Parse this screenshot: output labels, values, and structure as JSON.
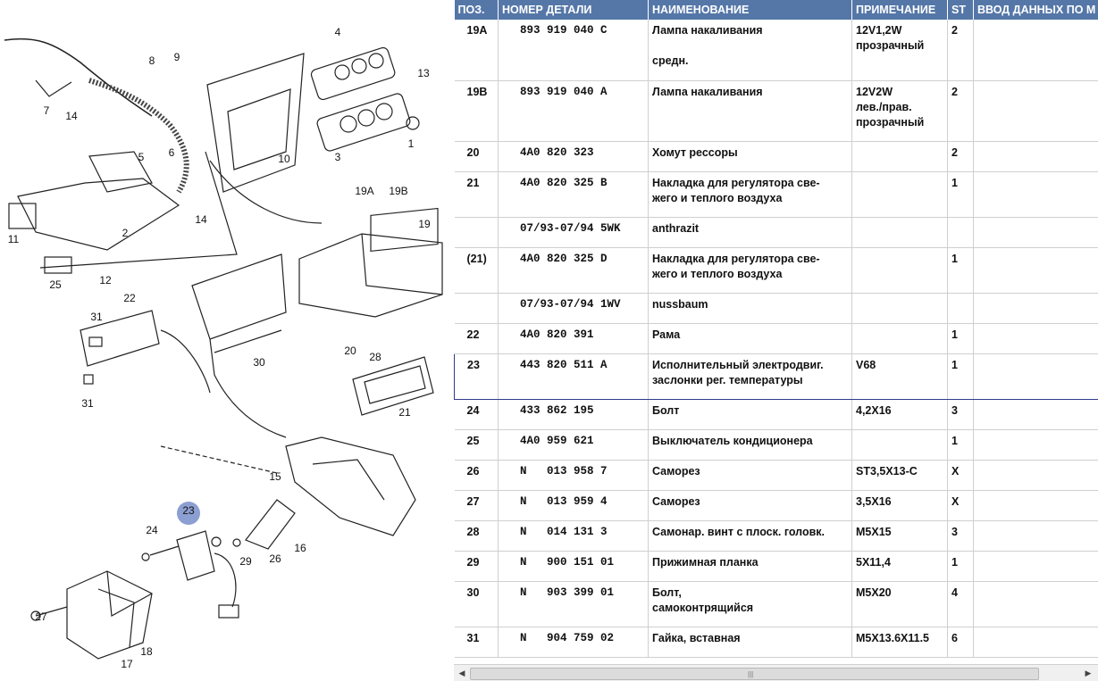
{
  "diagram": {
    "callouts": [
      "1",
      "2",
      "3",
      "4",
      "5",
      "6",
      "7",
      "8",
      "9",
      "10",
      "11",
      "12",
      "13",
      "14",
      "14",
      "15",
      "16",
      "17",
      "18",
      "19",
      "19A",
      "19B",
      "20",
      "21",
      "22",
      "23",
      "24",
      "25",
      "26",
      "27",
      "28",
      "29",
      "30",
      "31",
      "31"
    ],
    "highlight": "23",
    "highlight_color": "#8c9fd2"
  },
  "table": {
    "headers": [
      "ПОЗ.",
      "НОМЕР ДЕТАЛИ",
      "НАИМЕНОВАНИЕ",
      "ПРИМЕЧАНИЕ",
      "ST",
      "ВВОД ДАННЫХ ПО М"
    ],
    "header_color": "#5577a8",
    "rows": [
      {
        "pos": "19A",
        "num": "893 919 040 C",
        "name": "Лампа накаливания\n\nсредн.",
        "note": "12V1,2W\nпрозрачный",
        "st": "2"
      },
      {
        "pos": "19B",
        "num": "893 919 040 A",
        "name": "Лампа накаливания",
        "note": "12V2W\nлев./прав.\nпрозрачный",
        "st": "2"
      },
      {
        "pos": "20",
        "num": "4A0 820 323",
        "name": "Хомут рессоры",
        "note": "",
        "st": "2"
      },
      {
        "pos": "21",
        "num": "4A0 820 325 B",
        "name": "Накладка для регулятора све-\nжего и теплого воздуха",
        "note": "",
        "st": "1"
      },
      {
        "pos": "",
        "num": "07/93-07/94 5WK",
        "name": "anthrazit",
        "note": "",
        "st": ""
      },
      {
        "pos": "(21)",
        "num": "4A0 820 325 D",
        "name": "Накладка для регулятора све-\nжего и теплого воздуха",
        "note": "",
        "st": "1"
      },
      {
        "pos": "",
        "num": "07/93-07/94 1WV",
        "name": "nussbaum",
        "note": "",
        "st": ""
      },
      {
        "pos": "22",
        "num": "4A0 820 391",
        "name": "Рама",
        "note": "",
        "st": "1"
      },
      {
        "pos": "23",
        "num": "443 820 511 A",
        "name": "Исполнительный электродвиг.\nзаслонки рег. температуры",
        "note": "V68",
        "st": "1",
        "selected": true
      },
      {
        "pos": "24",
        "num": "433 862 195",
        "name": "Болт",
        "note": "4,2X16",
        "st": "3"
      },
      {
        "pos": "25",
        "num": "4A0 959 621",
        "name": "Выключатель кондиционера",
        "note": "",
        "st": "1"
      },
      {
        "pos": "26",
        "num": "N   013 958 7",
        "name": "Саморез",
        "note": "ST3,5X13-C",
        "st": "X"
      },
      {
        "pos": "27",
        "num": "N   013 959 4",
        "name": "Саморез",
        "note": "3,5X16",
        "st": "X"
      },
      {
        "pos": "28",
        "num": "N   014 131 3",
        "name": "Самонар. винт с плоск. головк.",
        "note": "M5X15",
        "st": "3"
      },
      {
        "pos": "29",
        "num": "N   900 151 01",
        "name": "Прижимная планка",
        "note": "5X11,4",
        "st": "1"
      },
      {
        "pos": "30",
        "num": "N   903 399 01",
        "name": "Болт,\nсамоконтрящийся",
        "note": "M5X20",
        "st": "4"
      },
      {
        "pos": "31",
        "num": "N   904 759 02",
        "name": "Гайка, вставная",
        "note": "M5X13.6X11.5",
        "st": "6"
      }
    ]
  },
  "scrollbar": {
    "left": "◀",
    "right": "▶",
    "grip": "|||"
  }
}
